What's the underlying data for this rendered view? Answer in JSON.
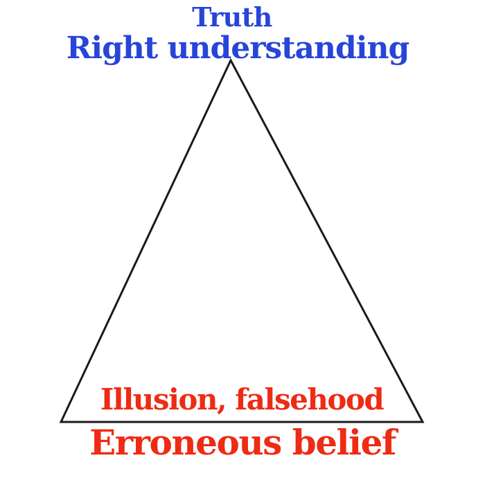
{
  "top": {
    "line1": "Truth",
    "line2": "Right understanding",
    "color": "#2745d8"
  },
  "bottom": {
    "line1": "Illusion, falsehood",
    "line2": "Erroneous belief",
    "color": "#ee2b14"
  },
  "shape": {
    "type": "triangle",
    "stroke_color": "#1a1a1a",
    "fill": "#ffffff"
  }
}
